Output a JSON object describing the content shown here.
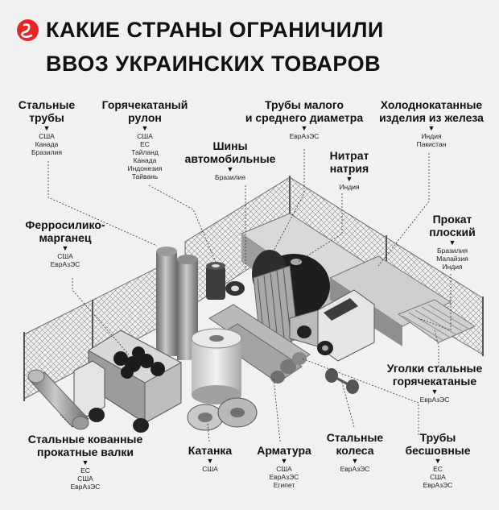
{
  "title": {
    "line1": "КАКИЕ СТРАНЫ ОГРАНИЧИЛИ",
    "line2": "ВВОЗ УКРАИНСКИХ ТОВАРОВ"
  },
  "accent_color": "#e8262a",
  "arrow": "▼",
  "labels": {
    "steel_pipes": {
      "l1": "Стальные",
      "l2": "трубы",
      "countries": [
        "США",
        "Канада",
        "Бразилия"
      ]
    },
    "hot_coil": {
      "l1": "Горячекатаный",
      "l2": "рулон",
      "countries": [
        "США",
        "ЕС",
        "Тайланд",
        "Канада",
        "Индонезия",
        "Тайвань"
      ]
    },
    "small_pipes": {
      "l1": "Трубы малого",
      "l2": "и среднего диаметра",
      "countries": [
        "ЕврАзЭС"
      ]
    },
    "cold_iron": {
      "l1": "Холоднокатанные",
      "l2": "изделия из железа",
      "countries": [
        "Индия",
        "Пакистан"
      ]
    },
    "tires": {
      "l1": "Шины",
      "l2": "автомобильные",
      "countries": [
        "Бразилия"
      ]
    },
    "sodium_nitrate": {
      "l1": "Нитрат",
      "l2": "натрия",
      "countries": [
        "Индия"
      ]
    },
    "ferro": {
      "l1": "Ферросилико-",
      "l2": "марганец",
      "countries": [
        "США",
        "ЕврАзЭС"
      ]
    },
    "flat_rolled": {
      "l1": "Прокат",
      "l2": "плоский",
      "countries": [
        "Бразилия",
        "Малайзия",
        "Индия"
      ]
    },
    "angles": {
      "l1": "Уголки стальные",
      "l2": "горячекатаные",
      "countries": [
        "ЕврАзЭС"
      ]
    },
    "forged_rolls": {
      "l1": "Стальные кованные",
      "l2": "прокатные валки",
      "countries": [
        "ЕС",
        "США",
        "ЕврАзЭС"
      ]
    },
    "wire_rod": {
      "l1": "Катанка",
      "countries": [
        "США"
      ]
    },
    "rebar": {
      "l1": "Арматура",
      "countries": [
        "США",
        "ЕврАзЭС",
        "Египет"
      ]
    },
    "wheels": {
      "l1": "Стальные",
      "l2": "колеса",
      "countries": [
        "ЕврАзЭС"
      ]
    },
    "seamless": {
      "l1": "Трубы",
      "l2": "бесшовные",
      "countries": [
        "ЕС",
        "США",
        "ЕврАзЭС"
      ]
    }
  }
}
